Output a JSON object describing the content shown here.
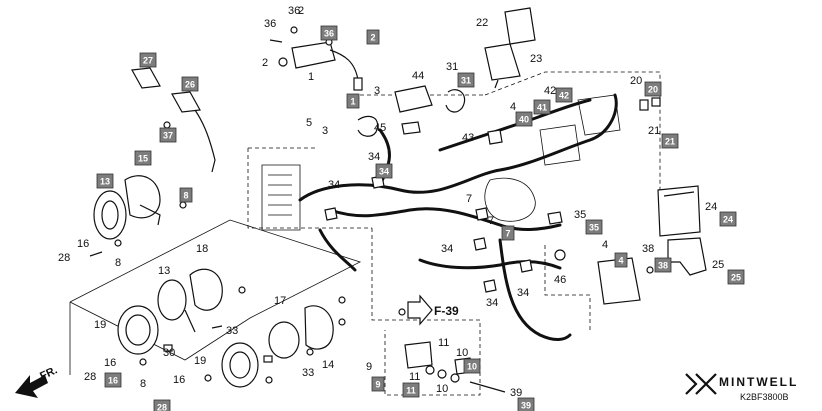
{
  "diagram": {
    "callouts": [
      {
        "num": "1",
        "tag": "1"
      },
      {
        "num": "2",
        "tag": "2"
      },
      {
        "num": "3",
        "tag": ""
      },
      {
        "num": "4",
        "tag": "4"
      },
      {
        "num": "5",
        "tag": ""
      },
      {
        "num": "7",
        "tag": "7"
      },
      {
        "num": "8",
        "tag": "8"
      },
      {
        "num": "9",
        "tag": "9"
      },
      {
        "num": "10",
        "tag": "10"
      },
      {
        "num": "11",
        "tag": "11"
      },
      {
        "num": "13",
        "tag": "13"
      },
      {
        "num": "14",
        "tag": ""
      },
      {
        "num": "15",
        "tag": "15"
      },
      {
        "num": "16",
        "tag": "16"
      },
      {
        "num": "17",
        "tag": ""
      },
      {
        "num": "18",
        "tag": ""
      },
      {
        "num": "19",
        "tag": ""
      },
      {
        "num": "20",
        "tag": "20"
      },
      {
        "num": "21",
        "tag": "21"
      },
      {
        "num": "22",
        "tag": ""
      },
      {
        "num": "23",
        "tag": ""
      },
      {
        "num": "24",
        "tag": "24"
      },
      {
        "num": "25",
        "tag": "25"
      },
      {
        "num": "26",
        "tag": "26"
      },
      {
        "num": "27",
        "tag": "27"
      },
      {
        "num": "28",
        "tag": "28"
      },
      {
        "num": "30",
        "tag": ""
      },
      {
        "num": "31",
        "tag": "31"
      },
      {
        "num": "33",
        "tag": ""
      },
      {
        "num": "34",
        "tag": "34"
      },
      {
        "num": "35",
        "tag": "35"
      },
      {
        "num": "36",
        "tag": "36"
      },
      {
        "num": "37",
        "tag": "37"
      },
      {
        "num": "38",
        "tag": "38"
      },
      {
        "num": "39",
        "tag": "39"
      },
      {
        "num": "40",
        "tag": "40"
      },
      {
        "num": "41",
        "tag": "41"
      },
      {
        "num": "42",
        "tag": "42"
      },
      {
        "num": "43",
        "tag": ""
      },
      {
        "num": "44",
        "tag": ""
      },
      {
        "num": "45",
        "tag": ""
      },
      {
        "num": "46",
        "tag": ""
      }
    ],
    "reference": "F-39",
    "direction_label": "FR.",
    "brand": "MINTWELL",
    "catalog_code": "K2BF3800B"
  }
}
